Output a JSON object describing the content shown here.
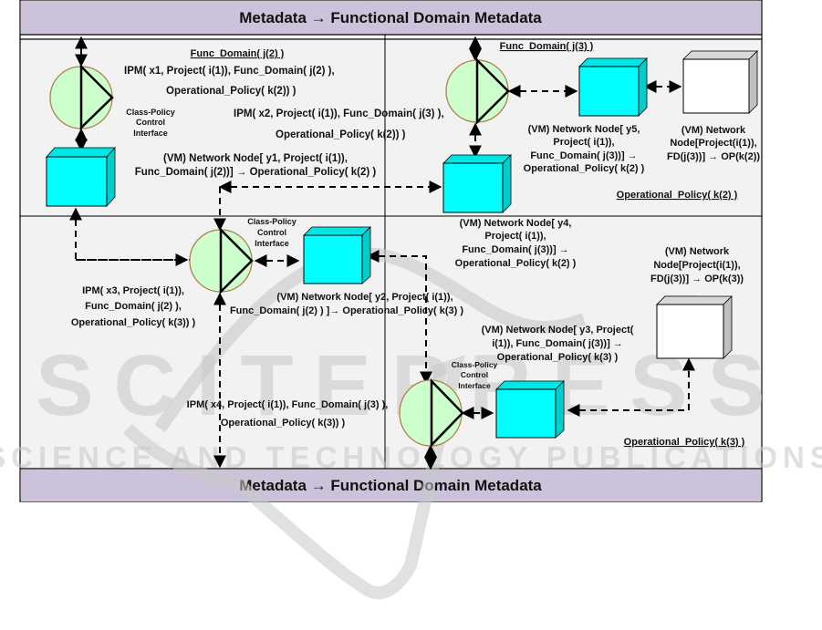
{
  "banner_top": "Metadata → Functional Domain Metadata",
  "banner_bottom": "Metadata → Functional Domain Metadata",
  "colors": {
    "banner": "#ccc3da",
    "panel": "#f2f2f2",
    "node": "#00ffff",
    "node_side": "#00cccc",
    "policy_circle": "#ccffcc",
    "policy_circle_border": "#b07f50",
    "external_node": "#ffffff",
    "external_node_side": "#c0c0c0",
    "watermark": "#c8c8c8"
  },
  "quadrants": {
    "top_left": {
      "title": "Func_Domain( j(2) )",
      "ipm1": [
        "IPM( x1, Project( i(1)), Func_Domain( j(2) ),",
        "Operational_Policy( k(2)) )"
      ],
      "interface_label": [
        "Class-Policy",
        "Control",
        "Interface"
      ],
      "ipm2": [
        "IPM( x2, Project( i(1)), Func_Domain( j(3) ),",
        "Operational_Policy( k(2)) )"
      ],
      "node_y1": [
        "(VM) Network Node[ y1, Project( i(1)),",
        "Func_Domain( j(2))] → Operational_Policy( k(2) )"
      ]
    },
    "top_right": {
      "title": "Func_Domain( j(3) )",
      "node_y5": [
        "(VM) Network Node[ y5,",
        "Project( i(1)),",
        "Func_Domain( j(3))] →",
        "Operational_Policy( k(2) )"
      ],
      "external_node": [
        "(VM) Network",
        "Node[Project(i(1)),",
        "FD(j(3))] → OP(k(2))"
      ],
      "policy": "Operational_Policy( k(2) )"
    },
    "bottom_left": {
      "interface_label": [
        "Class-Policy",
        "Control",
        "Interface"
      ],
      "ipm3": [
        "IPM( x3, Project( i(1)),",
        "Func_Domain( j(2) ),",
        "Operational_Policy( k(3)) )"
      ],
      "node_y2": [
        "(VM) Network Node[ y2, Project( i(1)),",
        "Func_Domain( j(2) ) ]→ Operational_Policy( k(3) )"
      ],
      "ipm4": [
        "IPM( x4, Project( i(1)), Func_Domain( j(3) ),",
        "Operational_Policy( k(3)) )"
      ]
    },
    "bottom_right": {
      "node_y4": [
        "(VM) Network Node[ y4,",
        "Project( i(1)),",
        "Func_Domain( j(3))] →",
        "Operational_Policy( k(2) )"
      ],
      "external_node": [
        "(VM) Network",
        "Node[Project(i(1)),",
        "FD(j(3))] → OP(k(3))"
      ],
      "node_y3": [
        "(VM) Network Node[ y3, Project(",
        "i(1)), Func_Domain( j(3))] →",
        "Operational_Policy( k(3) )"
      ],
      "interface_label": [
        "Class-Policy",
        "Control",
        "Interface"
      ],
      "policy": "Operational_Policy( k(3) )"
    }
  },
  "watermark": {
    "big": "SCITEPRESS",
    "sub": "SCIENCE AND TECHNOLOGY PUBLICATIONS"
  }
}
